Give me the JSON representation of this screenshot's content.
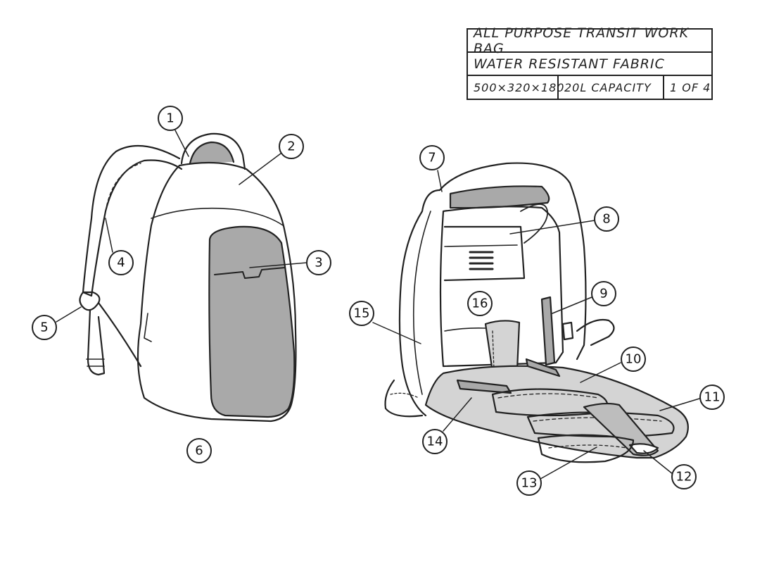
{
  "title_block": {
    "line1": "ALL PURPOSE TRANSIT WORK BAG",
    "line2": "WATER RESISTANT FABRIC",
    "dimensions": "500×320×180",
    "capacity": "20L CAPACITY",
    "sheet": "1 OF 4"
  },
  "callouts": [
    "1",
    "2",
    "3",
    "4",
    "5",
    "6",
    "7",
    "8",
    "9",
    "10",
    "11",
    "12",
    "13",
    "14",
    "15",
    "16"
  ],
  "colors": {
    "ink": "#222222",
    "panel_gray": "#a9a9a9",
    "light_gray": "#d4d4d4",
    "paper": "#ffffff"
  }
}
